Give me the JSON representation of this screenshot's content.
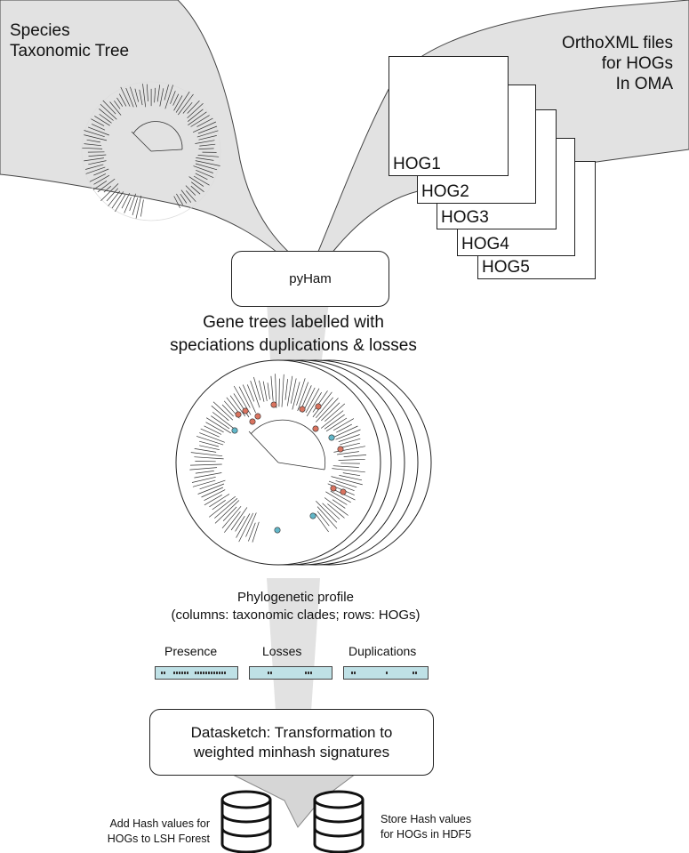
{
  "species_tree": {
    "title_line1": "Species",
    "title_line2": "Taxonomic Tree"
  },
  "orthoxml": {
    "line1": "OrthoXML files",
    "line2": "for HOGs",
    "line3": "In OMA",
    "hogs": [
      "HOG1",
      "HOG2",
      "HOG3",
      "HOG4",
      "HOG5"
    ]
  },
  "pyham": {
    "label": "pyHam"
  },
  "gene_trees": {
    "line1": "Gene trees labelled with",
    "line2": "speciations duplications & losses"
  },
  "profile": {
    "line1": "Phylogenetic profile",
    "line2": "(columns: taxonomic clades; rows: HOGs)",
    "presence_label": "Presence",
    "losses_label": "Losses",
    "duplications_label": "Duplications"
  },
  "datasketch": {
    "line1": "Datasketch: Transformation to",
    "line2": "weighted minhash signatures"
  },
  "lsh": {
    "line1": "Add Hash values for",
    "line2": "HOGs to LSH Forest"
  },
  "hdf5": {
    "line1": "Store Hash values",
    "line2": "for HOGs in HDF5"
  },
  "colors": {
    "funnel": "#e4e4e4",
    "profile_bar": "#bfe1e6",
    "duplication_dot": "#d9735f",
    "loss_dot": "#62b7c9"
  }
}
